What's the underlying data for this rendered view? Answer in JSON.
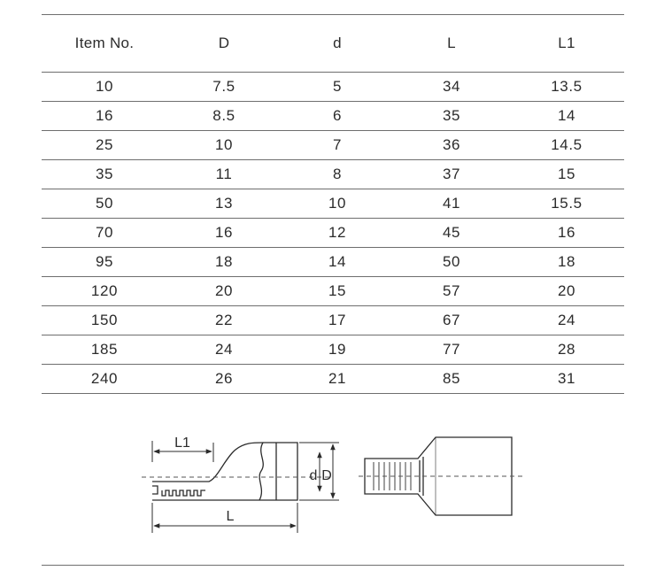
{
  "table": {
    "headers": [
      "Item No.",
      "D",
      "d",
      "L",
      "L1"
    ],
    "rows": [
      [
        "10",
        "7.5",
        "5",
        "34",
        "13.5"
      ],
      [
        "16",
        "8.5",
        "6",
        "35",
        "14"
      ],
      [
        "25",
        "10",
        "7",
        "36",
        "14.5"
      ],
      [
        "35",
        "11",
        "8",
        "37",
        "15"
      ],
      [
        "50",
        "13",
        "10",
        "41",
        "15.5"
      ],
      [
        "70",
        "16",
        "12",
        "45",
        "16"
      ],
      [
        "95",
        "18",
        "14",
        "50",
        "18"
      ],
      [
        "120",
        "20",
        "15",
        "57",
        "20"
      ],
      [
        "150",
        "22",
        "17",
        "67",
        "24"
      ],
      [
        "185",
        "24",
        "19",
        "77",
        "28"
      ],
      [
        "240",
        "26",
        "21",
        "85",
        "31"
      ]
    ]
  },
  "diagram": {
    "label_l1": "L1",
    "label_l": "L",
    "label_d_small": "d",
    "label_d_large": "D"
  },
  "colors": {
    "line": "#2b2b2b",
    "rule": "#6e6e6e"
  }
}
